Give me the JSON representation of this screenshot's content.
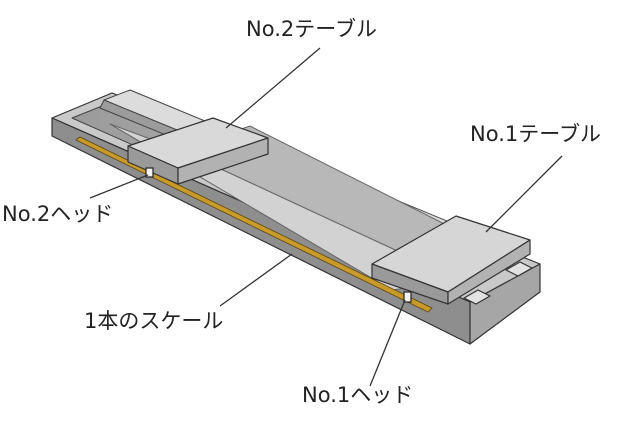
{
  "labels": {
    "table2": "No.2テーブル",
    "table1": "No.1テーブル",
    "head2": "No.2ヘッド",
    "scale": "1本のスケール",
    "head1": "No.1ヘッド"
  },
  "colors": {
    "scale_strip": "#c89a2a",
    "base_top": "#c8c8c8",
    "table_top": "#d6d6d6",
    "outline": "#222222"
  }
}
